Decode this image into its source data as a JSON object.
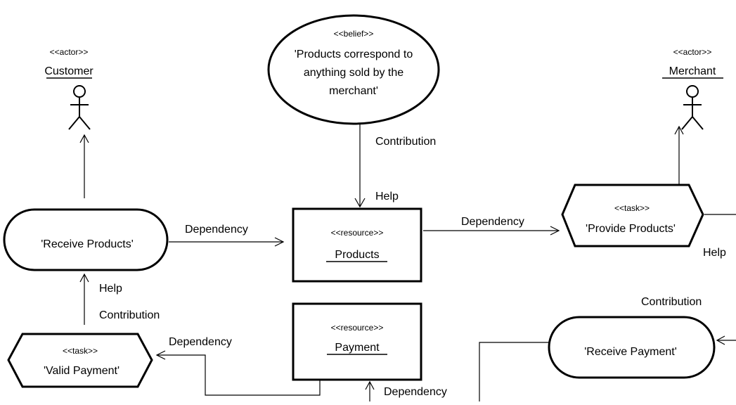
{
  "diagram": {
    "belief": {
      "stereotype": "<<belief>>",
      "lines": [
        "'Products correspond to",
        "anything sold by the",
        "merchant'"
      ]
    },
    "customer": {
      "stereotype": "<<actor>>",
      "name": "Customer"
    },
    "merchant": {
      "stereotype": "<<actor>>",
      "name": "Merchant"
    },
    "receive_products": {
      "label": "'Receive Products'"
    },
    "products": {
      "stereotype": "<<resource>>",
      "name": "Products"
    },
    "provide_products": {
      "stereotype": "<<task>>",
      "label": "'Provide Products'"
    },
    "payment": {
      "stereotype": "<<resource>>",
      "name": "Payment"
    },
    "valid_payment": {
      "stereotype": "<<task>>",
      "label": "'Valid Payment'"
    },
    "receive_payment": {
      "label": "'Receive Payment'"
    },
    "links": {
      "belief_to_products": "Contribution",
      "belief_to_products_help": "Help",
      "receive_to_products": "Dependency",
      "products_to_provide": "Dependency",
      "provide_help": "Help",
      "valid_to_receive_help": "Help",
      "valid_to_receive": "Contribution",
      "payment_to_valid": "Dependency",
      "payment_bottom": "Dependency",
      "receive_payment_contribution": "Contribution"
    }
  }
}
